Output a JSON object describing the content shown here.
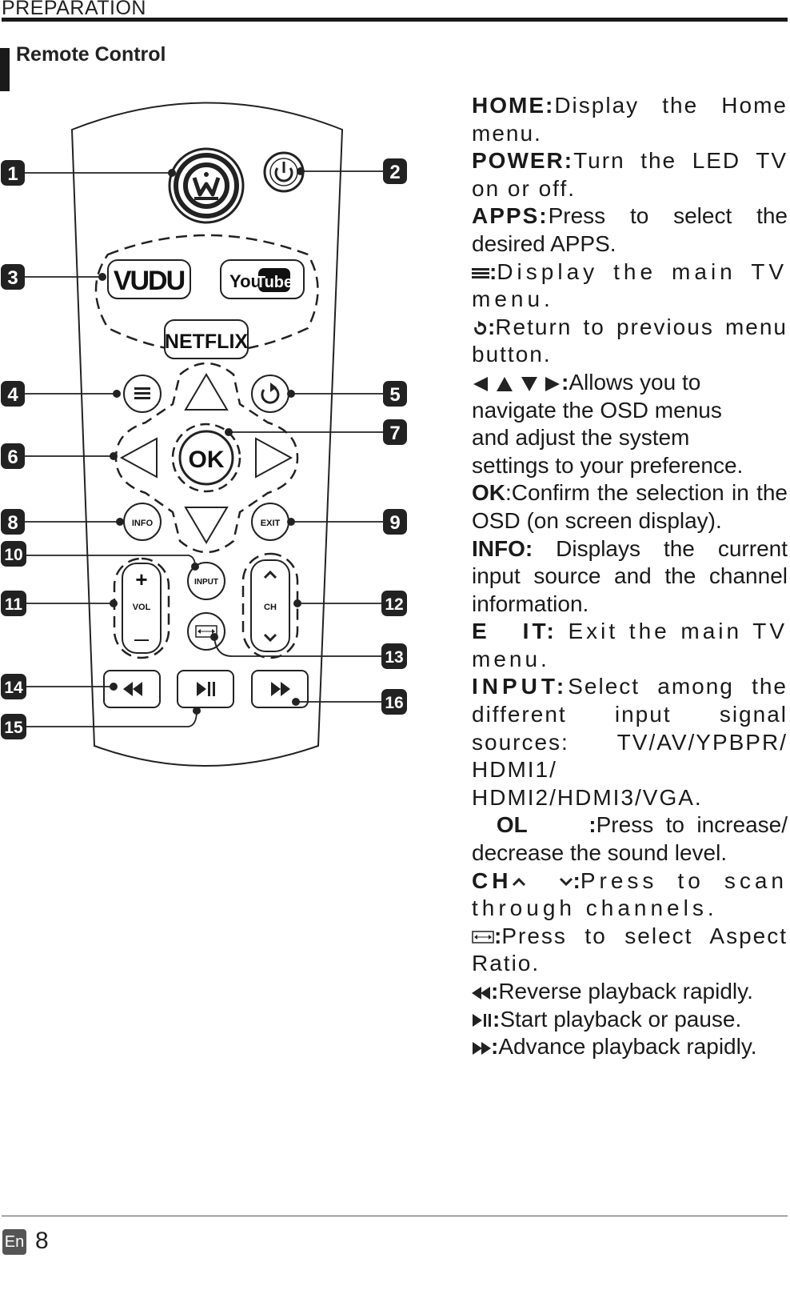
{
  "header": {
    "section": "PREPARATION",
    "title": "Remote Control"
  },
  "remote": {
    "brand_buttons": {
      "vudu": "VUDU",
      "youtube_you": "You",
      "youtube_tube": "Tube",
      "netflix": "NETFLIX"
    },
    "labels": {
      "ok": "OK",
      "info": "INFO",
      "exit": "EXIT",
      "input": "INPUT",
      "vol": "VOL",
      "ch": "CH",
      "plus": "+",
      "minus": "—"
    },
    "callouts": [
      "1",
      "2",
      "3",
      "4",
      "5",
      "6",
      "7",
      "8",
      "9",
      "10",
      "11",
      "12",
      "13",
      "14",
      "15",
      "16"
    ]
  },
  "descriptions": {
    "home_term": "HOME:",
    "home_text": "Display the Home menu.",
    "power_term": "POWER:",
    "power_text": "Turn the LED TV on or off.",
    "apps_term": "APPS:",
    "apps_text": "Press to select the desired APPS.",
    "menu_term": ":",
    "menu_text": "Display the main TV menu.",
    "return_term": ":",
    "return_text": "Return to previous menu button.",
    "nav_term": ":",
    "nav_text_1": "Allows you to",
    "nav_text_2": "navigate the OSD menus",
    "nav_text_3": "and adjust the system",
    "nav_text_4": "settings to your preference.",
    "ok_term": "OK",
    "ok_text": ":Confirm the selection in the OSD (on screen display).",
    "info_term": "INFO:",
    "info_text": " Displays the current input source and the channel information.",
    "exit_term": "E   IT:",
    "exit_text": " Exit the main TV menu.",
    "input_term": "INPUT:",
    "input_text": "Select among the different input signal sources: TV/AV/YPBPR/ HDMI1/ HDMI2/HDMI3/VGA.",
    "vol_term": "  OL     :",
    "vol_text": "Press to increase/ decrease the sound level.",
    "ch_term": "CH",
    "ch_term_end": ":",
    "ch_text": "Press to scan through channels.",
    "aspect_term": ":",
    "aspect_text": "Press to select Aspect Ratio.",
    "rew_term": ":",
    "rew_text": "Reverse playback rapidly.",
    "play_term": ":",
    "play_text": "Start playback or pause.",
    "ff_term": ":",
    "ff_text": "Advance playback rapidly."
  },
  "footer": {
    "lang": "En",
    "page": "8"
  }
}
